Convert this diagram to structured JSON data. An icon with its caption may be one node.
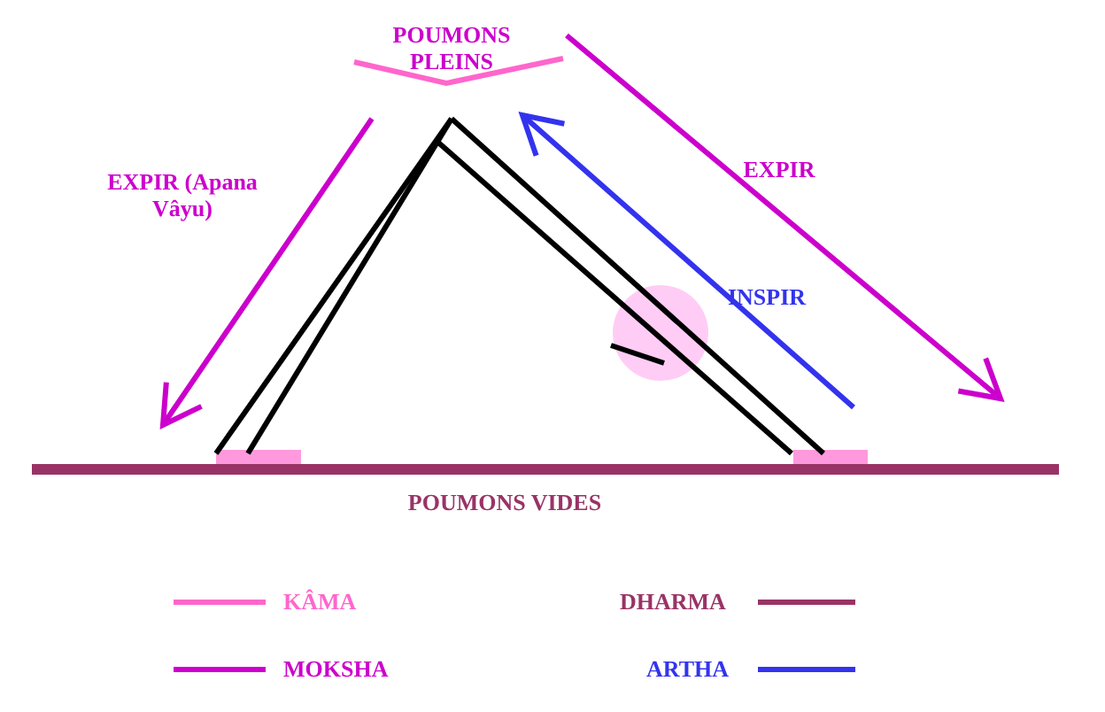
{
  "diagram": {
    "labels": [
      "POUMONS PLEINS",
      "EXPIR (Apana Vâyu)",
      "EXPIR",
      "INSPIR",
      "POUMONS VIDES"
    ],
    "legend": [
      {
        "text": "KÂMA"
      },
      {
        "text": "DHARMA"
      },
      {
        "text": "MOKSHA"
      },
      {
        "text": "ARTHA"
      }
    ]
  }
}
